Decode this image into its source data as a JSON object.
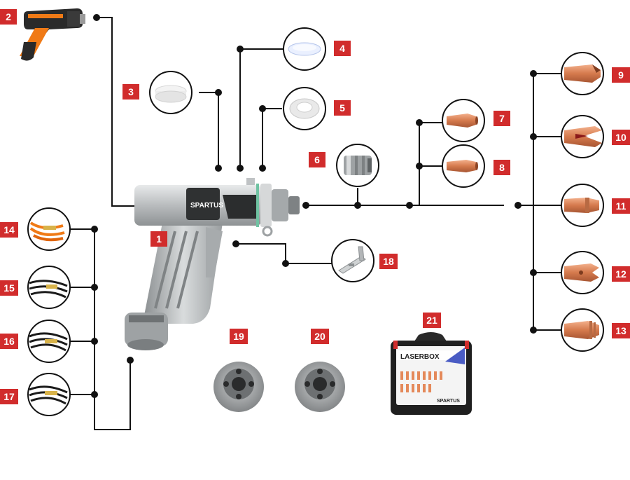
{
  "brand": {
    "gun_logo": "SPARTUS",
    "case_logo": "SPARTUS",
    "case_title": "LASERBOX"
  },
  "parts": [
    {
      "id": "1",
      "icon": "laser-welding-gun-icon"
    },
    {
      "id": "2",
      "icon": "orange-gun-handle-icon"
    },
    {
      "id": "3",
      "icon": "protective-lens-icon"
    },
    {
      "id": "4",
      "icon": "focus-lens-icon"
    },
    {
      "id": "5",
      "icon": "lens-seal-ring-icon"
    },
    {
      "id": "6",
      "icon": "nozzle-adapter-icon"
    },
    {
      "id": "7",
      "icon": "copper-nozzle-icon"
    },
    {
      "id": "8",
      "icon": "copper-nozzle-icon"
    },
    {
      "id": "9",
      "icon": "copper-nozzle-icon"
    },
    {
      "id": "10",
      "icon": "copper-nozzle-icon"
    },
    {
      "id": "11",
      "icon": "copper-nozzle-icon"
    },
    {
      "id": "12",
      "icon": "copper-nozzle-icon"
    },
    {
      "id": "13",
      "icon": "copper-nozzle-icon"
    },
    {
      "id": "14",
      "icon": "orange-cable-icon"
    },
    {
      "id": "15",
      "icon": "black-cable-icon"
    },
    {
      "id": "16",
      "icon": "black-cable-icon"
    },
    {
      "id": "17",
      "icon": "black-cable-icon"
    },
    {
      "id": "18",
      "icon": "wire-feed-bracket-icon"
    },
    {
      "id": "19",
      "icon": "drive-roller-icon"
    },
    {
      "id": "20",
      "icon": "drive-roller-icon"
    },
    {
      "id": "21",
      "icon": "laserbox-case-icon"
    }
  ],
  "colors": {
    "badge": "#d12c2c",
    "line": "#111111",
    "copper": "#d98358",
    "orange": "#f07a16",
    "metal": "#bfc2c4"
  }
}
